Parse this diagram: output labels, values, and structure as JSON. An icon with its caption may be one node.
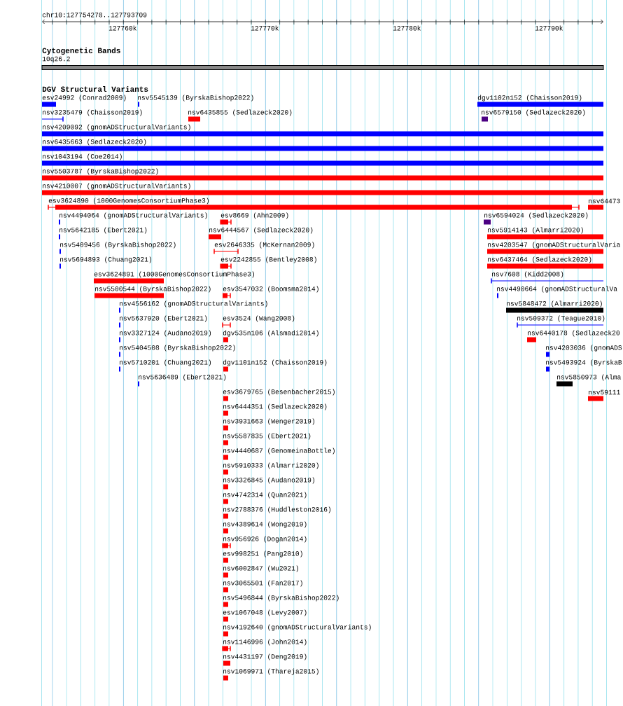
{
  "diagram": {
    "nodes": [
      {
        "text": [
          "10q26.2"
        ]
      },
      {
        "text": [
          "esv24992 (Conrad2009)"
        ]
      },
      {
        "text": [
          "nsv5545139 (ByrskaBishop2022)"
        ]
      },
      {
        "text": [
          "dgv1102n152 (Chaisson2019)"
        ]
      },
      {
        "text": [
          "nsv3235479 (Chaisson2019)"
        ]
      },
      {
        "text": [
          "nsv6435855 (Sedlazeck2020)"
        ]
      },
      {
        "text": [
          "nsv6579150 (Sedlazeck2020)"
        ]
      },
      {
        "text": [
          "nsv4209092 (gnomADStructuralVariants)"
        ]
      },
      {
        "text": [
          "nsv6435663 (Sedlazeck2020)"
        ]
      },
      {
        "text": [
          "nsv1043194 (Coe2014)"
        ]
      },
      {
        "text": [
          "nsv5503787 (ByrskaBishop2022)"
        ]
      },
      {
        "text": [
          "nsv4210007 (gnomADStructuralVariants)"
        ]
      },
      {
        "text": [
          "esv3624890 (1000GenomesConsortiumPhase3)"
        ]
      },
      {
        "text": [
          "nsv64473"
        ]
      },
      {
        "text": [
          "nsv4494064 (gnomADStructuralVariants)"
        ]
      },
      {
        "text": [
          "esv8669 (Ahn2009)"
        ]
      },
      {
        "text": [
          "nsv6594024 (Sedlazeck2020)"
        ]
      },
      {
        "text": [
          "nsv5642185 (Ebert2021)"
        ]
      },
      {
        "text": [
          "nsv6444567 (Sedlazeck2020)"
        ]
      },
      {
        "text": [
          "nsv5914143 (Almarri2020)"
        ]
      },
      {
        "text": [
          "nsv5409456 (ByrskaBishop2022)"
        ]
      },
      {
        "text": [
          "esv2646335 (McKernan2009)"
        ]
      },
      {
        "text": [
          "nsv4203547 (gnomADStructuralVaria"
        ]
      },
      {
        "text": [
          "nsv5694893 (Chuang2021)"
        ]
      },
      {
        "text": [
          "esv2242855 (Bentley2008)"
        ]
      },
      {
        "text": [
          "nsv6437464 (Sedlazeck2020)"
        ]
      },
      {
        "text": [
          "esv3624891 (1000GenomesConsortiumPhase3)"
        ]
      },
      {
        "text": [
          "nsv7608 (Kidd2008)"
        ]
      },
      {
        "text": [
          "nsv5500544 (ByrskaBishop2022)"
        ]
      },
      {
        "text": [
          "esv3547032 (Boomsma2014)"
        ]
      },
      {
        "text": [
          "nsv4490664 (gnomADStructuralVa"
        ]
      },
      {
        "text": [
          "nsv4556162 (gnomADStructuralVariants)"
        ]
      },
      {
        "text": [
          "nsv5848472 (Almarri2020)"
        ]
      },
      {
        "text": [
          "nsv5637920 (Ebert2021)"
        ]
      },
      {
        "text": [
          "esv3524 (Wang2008)"
        ]
      },
      {
        "text": [
          "nsv509372 (Teague2010)"
        ]
      },
      {
        "text": [
          "nsv3327124 (Audano2019)"
        ]
      },
      {
        "text": [
          "dgv535n106 (Alsmadi2014)"
        ]
      },
      {
        "text": [
          "nsv6440178 (Sedlazeck20"
        ]
      },
      {
        "text": [
          "nsv5404508 (ByrskaBishop2022)"
        ]
      },
      {
        "text": [
          "nsv4203036 (gnomADS"
        ]
      },
      {
        "text": [
          "nsv5710201 (Chuang2021)"
        ]
      },
      {
        "text": [
          "dgv1101n152 (Chaisson2019)"
        ]
      },
      {
        "text": [
          "nsv5493924 (ByrskaB"
        ]
      },
      {
        "text": [
          "nsv5636489 (Ebert2021)"
        ]
      },
      {
        "text": [
          "nsv5850973 (Alma"
        ]
      },
      {
        "text": [
          "esv3679765 (Besenbacher2015)"
        ]
      },
      {
        "text": [
          "nsv59111"
        ]
      },
      {
        "text": [
          "nsv6444351 (Sedlazeck2020)"
        ]
      },
      {
        "text": [
          "nsv3931663 (Wenger2019)"
        ]
      },
      {
        "text": [
          "nsv5587835 (Ebert2021)"
        ]
      },
      {
        "text": [
          "nsv4440687 (GenomeinaBottle)"
        ]
      },
      {
        "text": [
          "nsv5910333 (Almarri2020)"
        ]
      },
      {
        "text": [
          "nsv3326845 (Audano2019)"
        ]
      },
      {
        "text": [
          "nsv4742314 (Quan2021)"
        ]
      },
      {
        "text": [
          "nsv2788376 (Huddleston2016)"
        ]
      },
      {
        "text": [
          "nsv4389614 (Wong2019)"
        ]
      },
      {
        "text": [
          "nsv956926 (Dogan2014)"
        ]
      },
      {
        "text": [
          "esv998251 (Pang2010)"
        ]
      },
      {
        "text": [
          "nsv6002847 (Wu2021)"
        ]
      },
      {
        "text": [
          "nsv3065501 (Fan2017)"
        ]
      },
      {
        "text": [
          "nsv5496844 (ByrskaBishop2022)"
        ]
      },
      {
        "text": [
          "esv1067048 (Levy2007)"
        ]
      },
      {
        "text": [
          "nsv4192640 (gnomADStructuralVariants)"
        ]
      },
      {
        "text": [
          "nsv1146996 (John2014)"
        ]
      },
      {
        "text": [
          "nsv4431197 (Deng2019)"
        ]
      },
      {
        "text": [
          "nsv1069971 (Thareja2015)"
        ]
      }
    ],
    "labels": [
      "chr10:127754278..127793709",
      "127760k",
      "127770k",
      "127780k",
      "127790k",
      "Cytogenetic Bands",
      "DGV Structural Variants"
    ]
  }
}
